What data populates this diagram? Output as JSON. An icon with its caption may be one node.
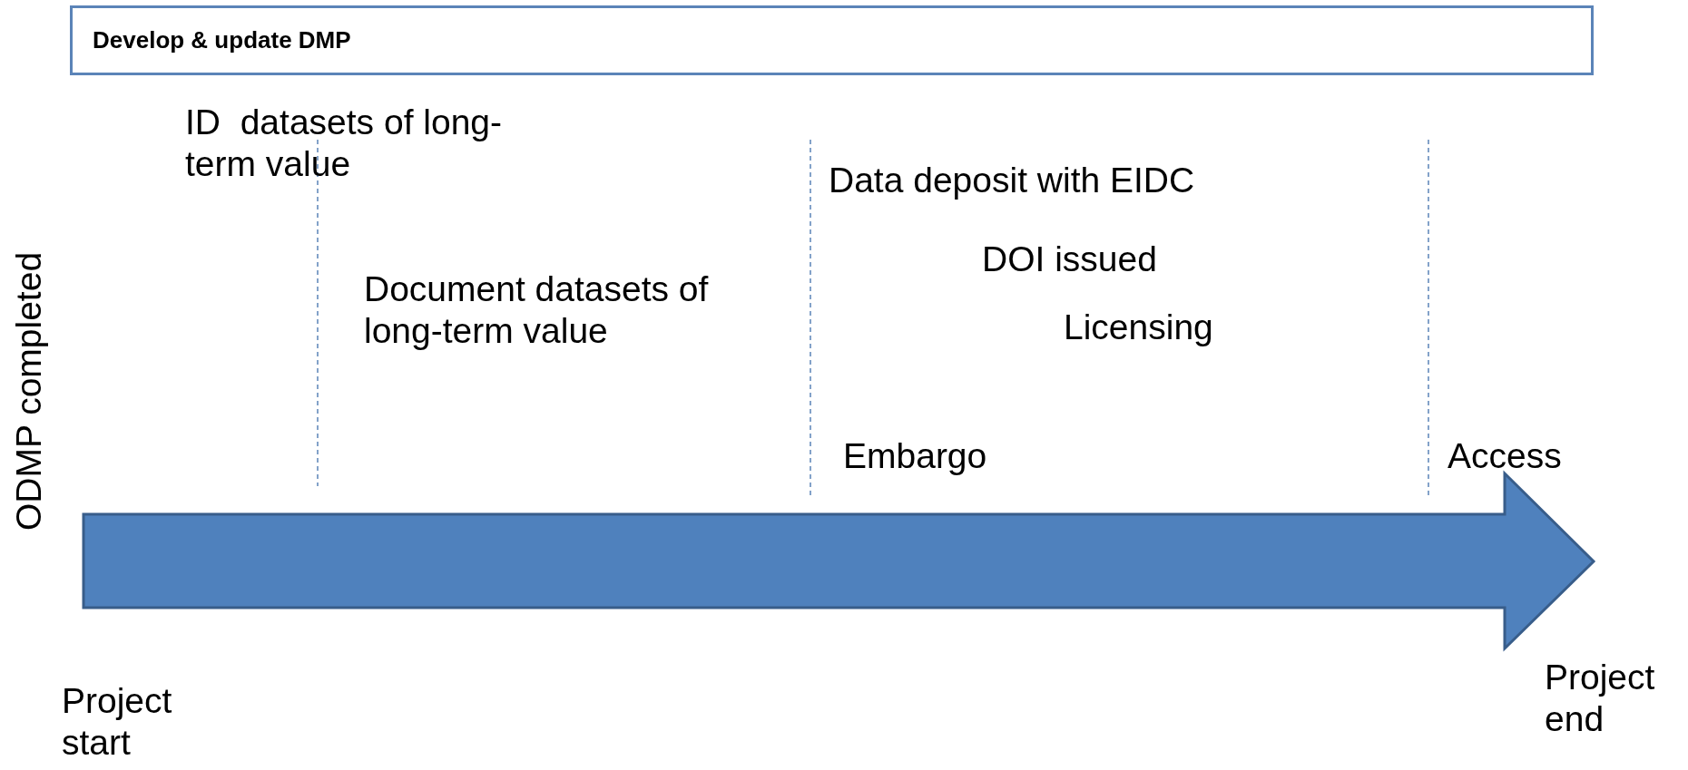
{
  "diagram": {
    "nodes": [
      {
        "text": [
          "Develop & update DMP"
        ]
      }
    ],
    "labels": [
      "ID  datasets of long-term value",
      "ODMP completed",
      "Data deposit with EIDC",
      "DOI issued",
      "Document datasets of long-term value",
      "Licensing",
      "Embargo",
      "Access",
      "Project end",
      "Project start"
    ]
  }
}
